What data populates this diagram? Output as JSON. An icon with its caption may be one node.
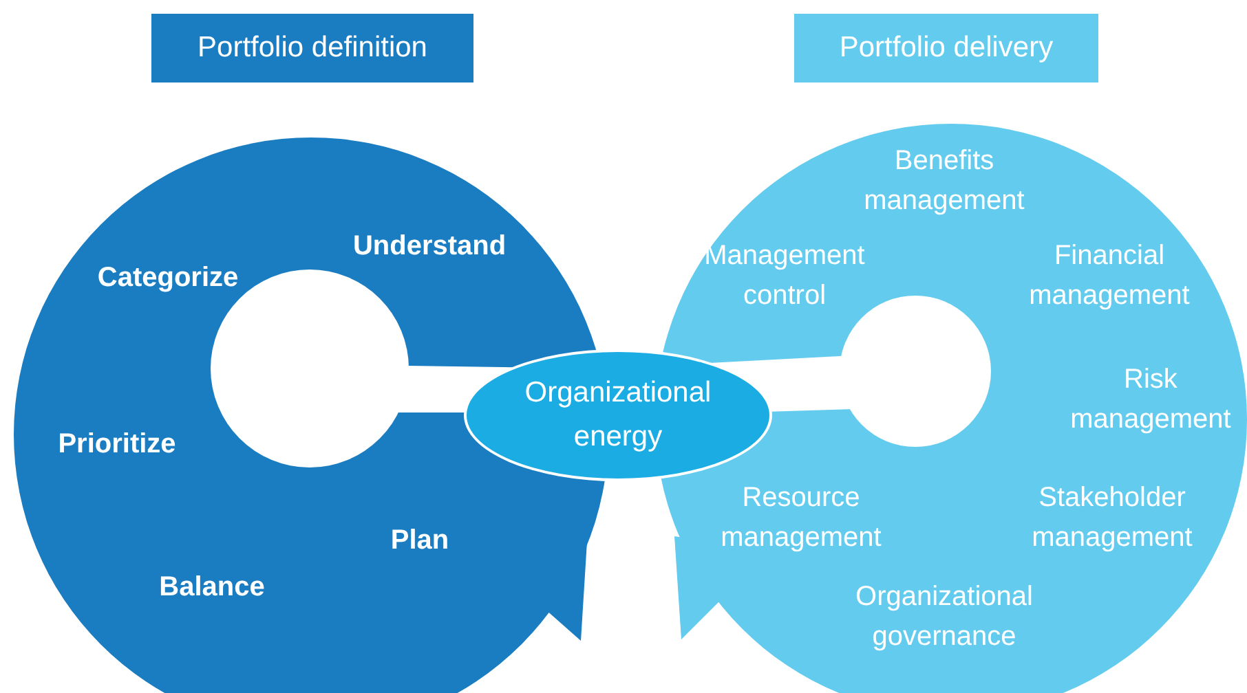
{
  "diagram": {
    "nodes": [
      {
        "text": [
          "Portfolio definition"
        ]
      },
      {
        "text": [
          "Understand",
          "Categorize",
          "Prioritize",
          "Balance",
          "Plan"
        ]
      },
      {
        "text": [
          "Portfolio delivery"
        ]
      },
      {
        "text": [
          "Benefits management",
          "Management control",
          "Financial management",
          "Risk management",
          "Resource management",
          "Stakeholder management",
          "Organizational governance"
        ]
      },
      {
        "text": [
          "Organizational energy"
        ]
      }
    ]
  }
}
